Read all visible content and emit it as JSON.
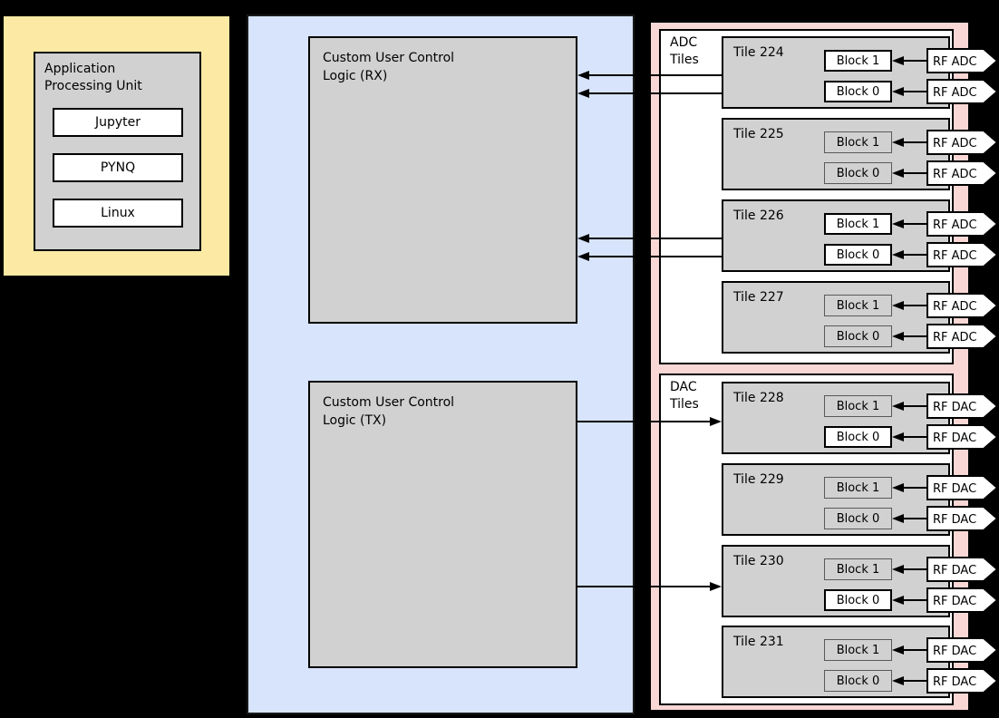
{
  "colors": {
    "background": "#000000",
    "apu_panel": "#FBE9A4",
    "pl_panel": "#D7E4FB",
    "rf_panel": "#F9D7D5",
    "box_gray": "#D1D1D1",
    "active_block_fill": "#FFFFFF",
    "inactive_block_border": "#595959"
  },
  "apu_panel": {
    "title": "Application Processing Unit",
    "layers": [
      "Jupyter",
      "PYNQ",
      "Linux"
    ]
  },
  "fabric_panel": {
    "rx_box_label": "Custom User Control Logic (RX)",
    "tx_box_label": "Custom User Control Logic (TX)"
  },
  "rf_panel": {
    "adc_group_label": "ADC Tiles",
    "dac_group_label": "DAC Tiles",
    "tiles": [
      {
        "label": "Tile 224",
        "group": "ADC",
        "blocks": [
          {
            "label": "Block 1",
            "port": "RF ADC",
            "active": true
          },
          {
            "label": "Block 0",
            "port": "RF ADC",
            "active": true
          }
        ]
      },
      {
        "label": "Tile 225",
        "group": "ADC",
        "blocks": [
          {
            "label": "Block 1",
            "port": "RF ADC",
            "active": false
          },
          {
            "label": "Block 0",
            "port": "RF ADC",
            "active": false
          }
        ]
      },
      {
        "label": "Tile 226",
        "group": "ADC",
        "blocks": [
          {
            "label": "Block 1",
            "port": "RF ADC",
            "active": true
          },
          {
            "label": "Block 0",
            "port": "RF ADC",
            "active": true
          }
        ]
      },
      {
        "label": "Tile 227",
        "group": "ADC",
        "blocks": [
          {
            "label": "Block 1",
            "port": "RF ADC",
            "active": false
          },
          {
            "label": "Block 0",
            "port": "RF ADC",
            "active": false
          }
        ]
      },
      {
        "label": "Tile 228",
        "group": "DAC",
        "blocks": [
          {
            "label": "Block 1",
            "port": "RF DAC",
            "active": false
          },
          {
            "label": "Block 0",
            "port": "RF DAC",
            "active": true
          }
        ]
      },
      {
        "label": "Tile 229",
        "group": "DAC",
        "blocks": [
          {
            "label": "Block 1",
            "port": "RF DAC",
            "active": false
          },
          {
            "label": "Block 0",
            "port": "RF DAC",
            "active": false
          }
        ]
      },
      {
        "label": "Tile 230",
        "group": "DAC",
        "blocks": [
          {
            "label": "Block 1",
            "port": "RF DAC",
            "active": false
          },
          {
            "label": "Block 0",
            "port": "RF DAC",
            "active": true
          }
        ]
      },
      {
        "label": "Tile 231",
        "group": "DAC",
        "blocks": [
          {
            "label": "Block 1",
            "port": "RF DAC",
            "active": false
          },
          {
            "label": "Block 0",
            "port": "RF DAC",
            "active": false
          }
        ]
      }
    ]
  }
}
